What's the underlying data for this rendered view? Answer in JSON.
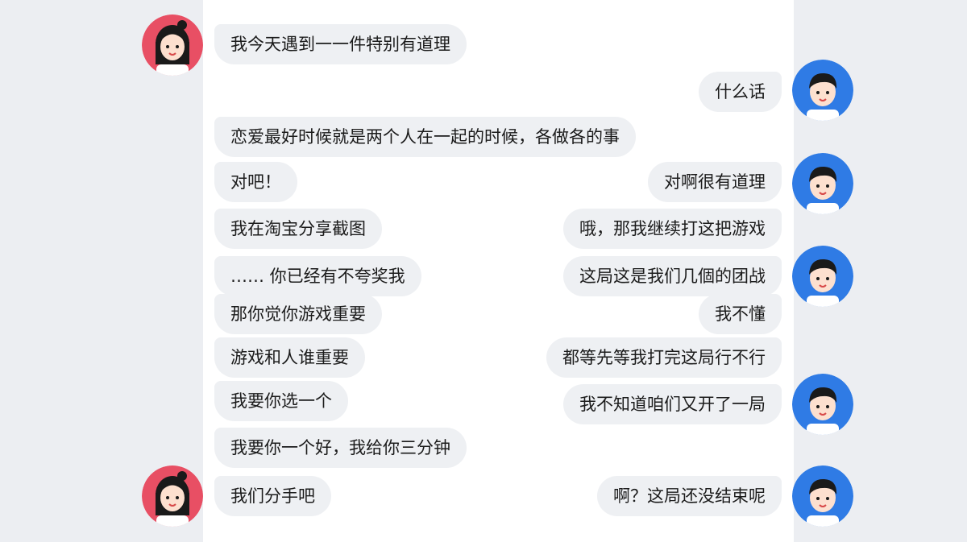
{
  "chat": {
    "girl_avatar_color": "#e84f64",
    "boy_avatar_color": "#2f7be5",
    "bubble_color": "#eef0f3",
    "messages": [
      {
        "side": "left",
        "text": "我今天遇到一一件特别有道理"
      },
      {
        "side": "right",
        "text": "什么话"
      },
      {
        "side": "left",
        "text": "恋爱最好时候就是两个人在一起的时候，各做各的事"
      },
      {
        "side": "left",
        "text": "对吧！"
      },
      {
        "side": "right",
        "text": "对啊很有道理"
      },
      {
        "side": "left",
        "text": "我在淘宝分享截图"
      },
      {
        "side": "right",
        "text": "哦，那我继续打这把游戏"
      },
      {
        "side": "left",
        "text": "…… 你已经有不夸奖我"
      },
      {
        "side": "right",
        "text": "这局这是我们几個的团战"
      },
      {
        "side": "left",
        "text": "那你觉你游戏重要"
      },
      {
        "side": "right",
        "text": "我不懂"
      },
      {
        "side": "left",
        "text": "游戏和人谁重要"
      },
      {
        "side": "right",
        "text": "都等先等我打完这局行不行"
      },
      {
        "side": "left",
        "text": "我要你选一个"
      },
      {
        "side": "right",
        "text": "我不知道咱们又开了一局"
      },
      {
        "side": "left",
        "text": "我要你一个好，我给你三分钟"
      },
      {
        "side": "left",
        "text": "我们分手吧"
      },
      {
        "side": "right",
        "text": "啊？这局还没结束呢"
      }
    ]
  }
}
